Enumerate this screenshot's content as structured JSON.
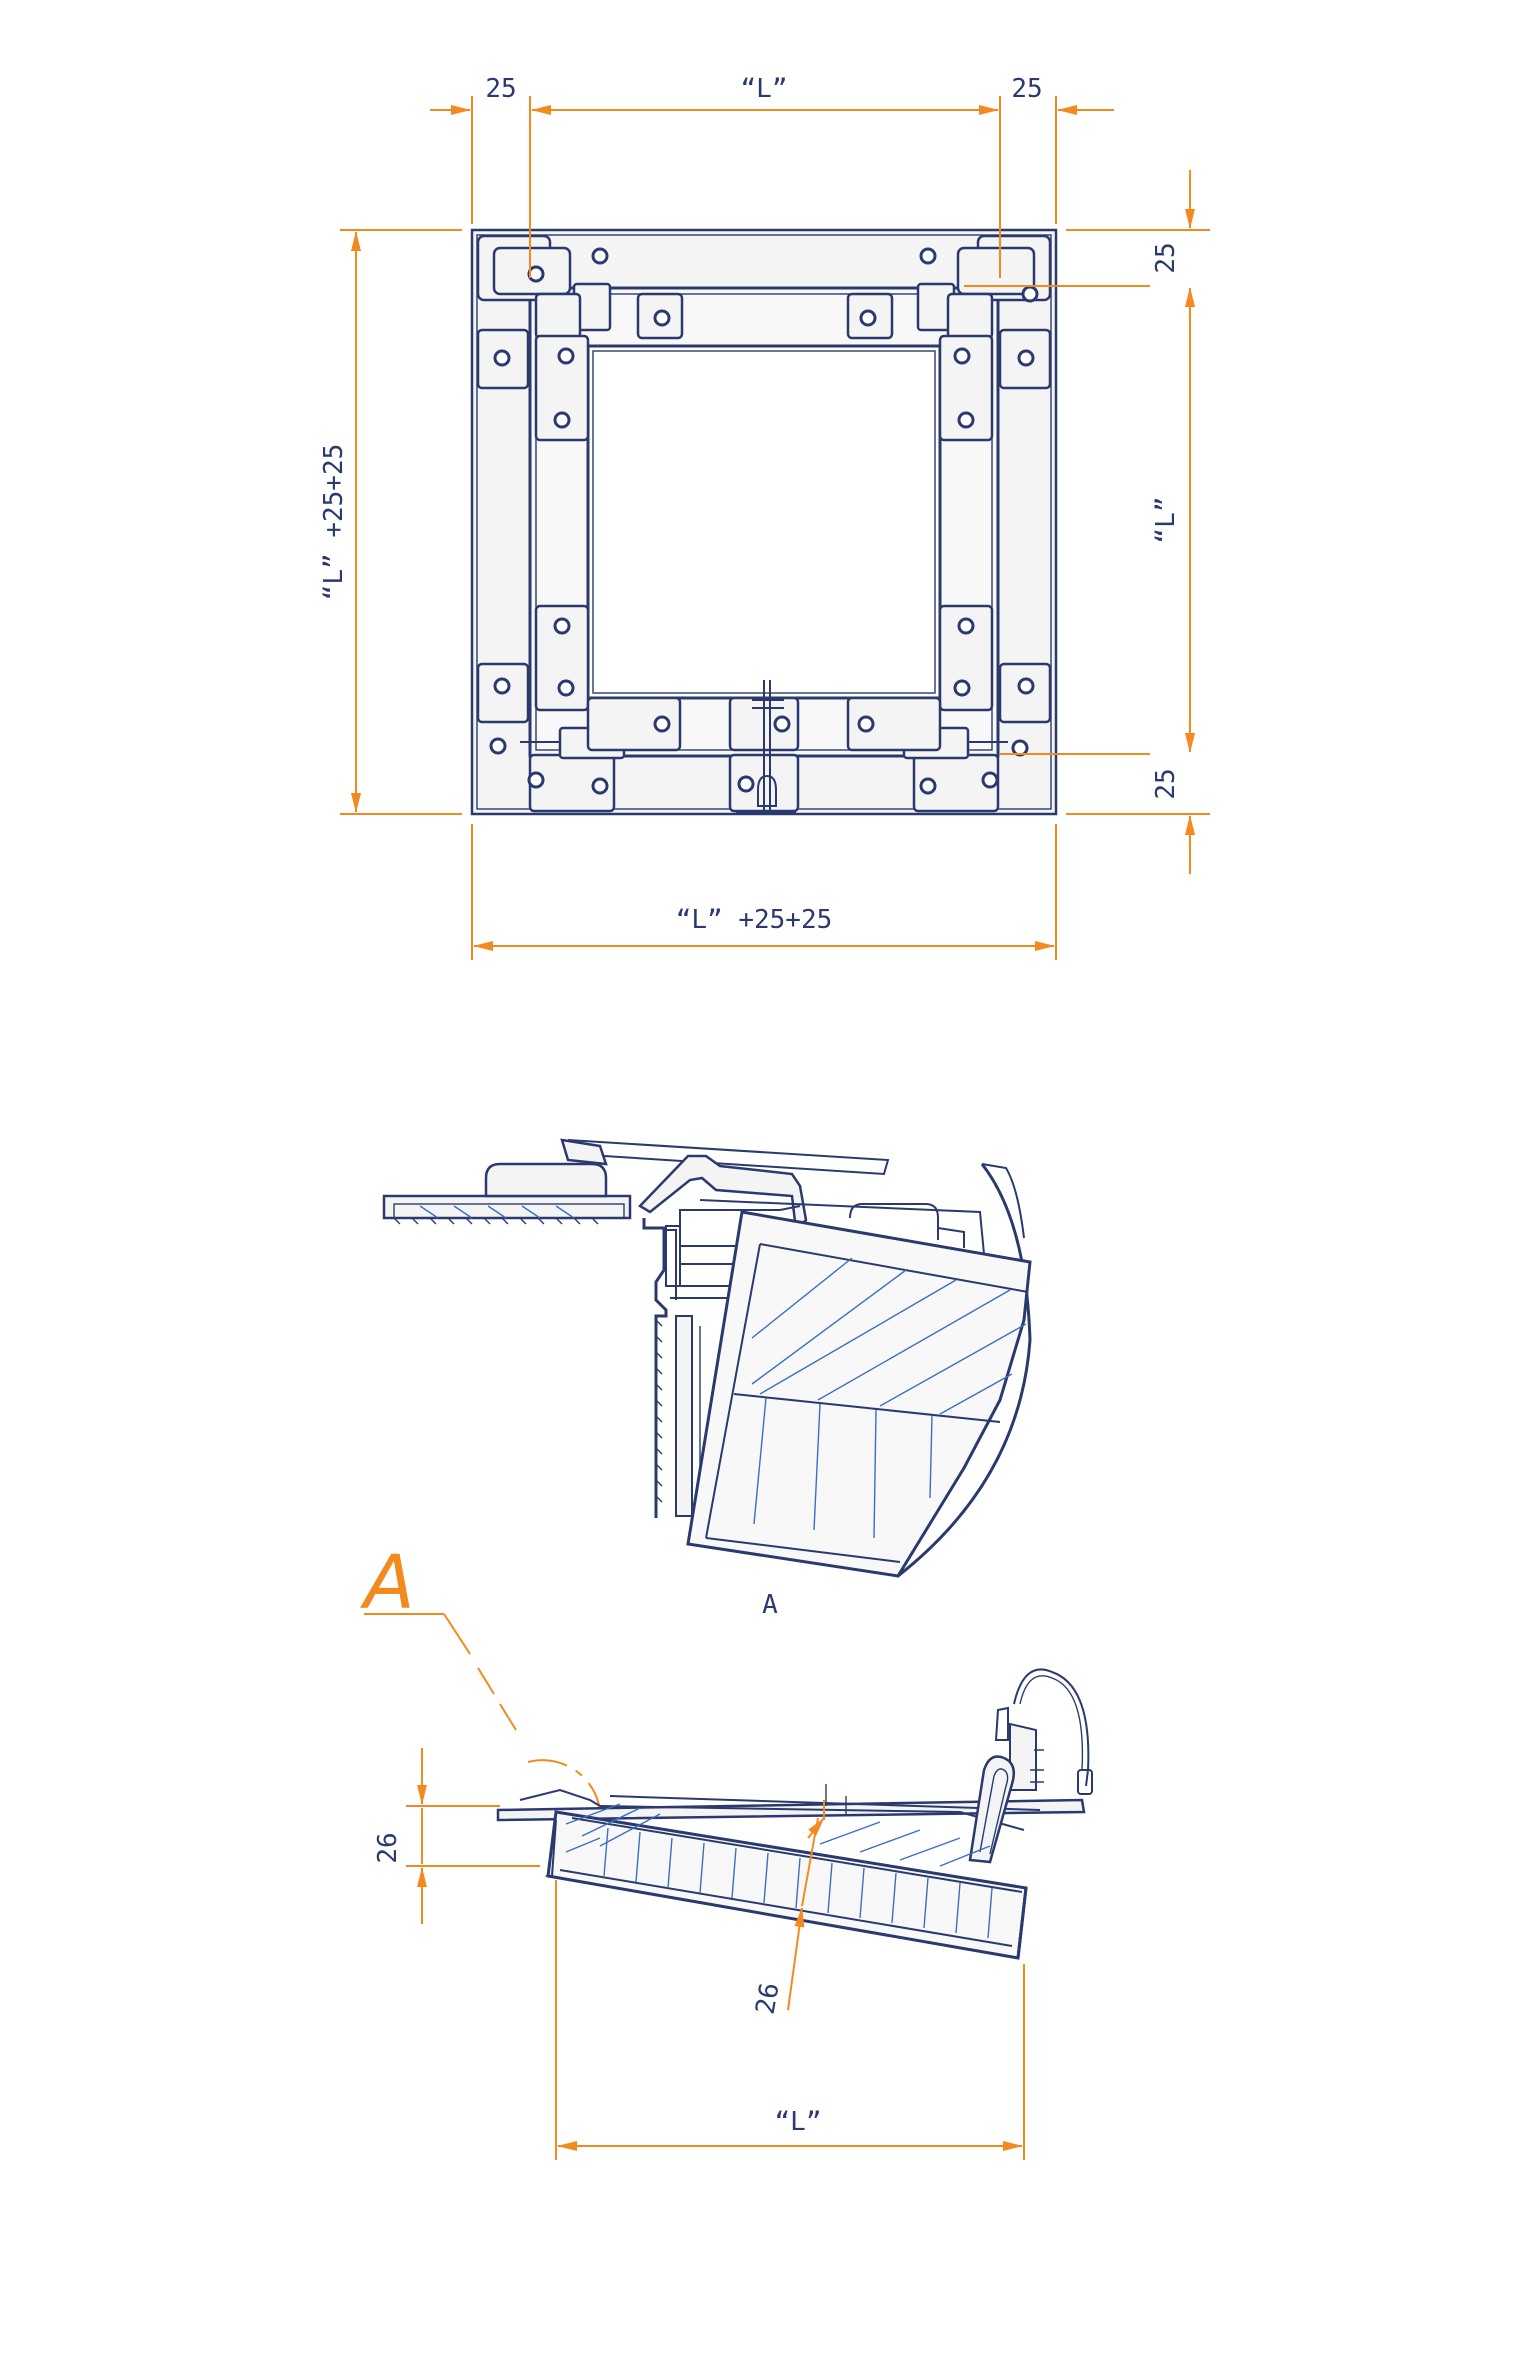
{
  "top_view": {
    "dim_left_margin": "25",
    "dim_top_L": "“L”",
    "dim_right_margin": "25",
    "dim_right_top": "25",
    "dim_right_L": "“L”",
    "dim_right_bottom": "25",
    "dim_left_height": "“L” +25+25",
    "dim_bottom_width": "“L” +25+25"
  },
  "section_view": {
    "detail_label": "A"
  },
  "side_view": {
    "detail_marker": "A",
    "dim_left_thickness": "26",
    "dim_panel_thickness": "26",
    "dim_bottom_L": "“L”"
  },
  "colors": {
    "line": "#2a3a6e",
    "dimension": "#f28a1f",
    "hatch": "#3a6fc4"
  }
}
